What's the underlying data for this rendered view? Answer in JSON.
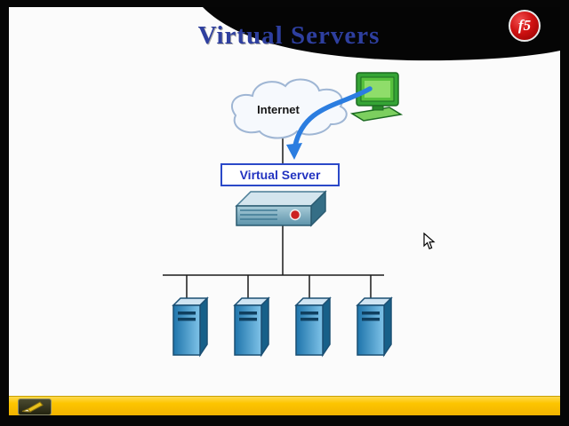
{
  "slide": {
    "title": "Virtual Servers",
    "title_color": "#2e3f9f",
    "background_color": "#fbfbfb"
  },
  "logo": {
    "text": "f5",
    "ball_color": "#d01212",
    "text_color": "#ffffff"
  },
  "diagram": {
    "internet_label": "Internet",
    "virtual_server_label": "Virtual Server",
    "server_count": 4,
    "icons": {
      "cloud": "internet-cloud-icon",
      "client": "client-computer-icon",
      "appliance": "bigip-appliance-icon",
      "servers": "server-tower-icon"
    },
    "colors": {
      "arrow_blue": "#2b7de0",
      "box_border_blue": "#2b49c8",
      "connector_line": "#1a1a1a",
      "server_front_blue": "#2e86c1",
      "server_side_blue": "#176089",
      "appliance_teal": "#6fa3b8",
      "computer_green": "#35a435",
      "appliance_badge_red": "#cc2222"
    }
  },
  "toolbar": {
    "bar_color": "#fdc500",
    "pen_icon": "pencil-icon"
  }
}
